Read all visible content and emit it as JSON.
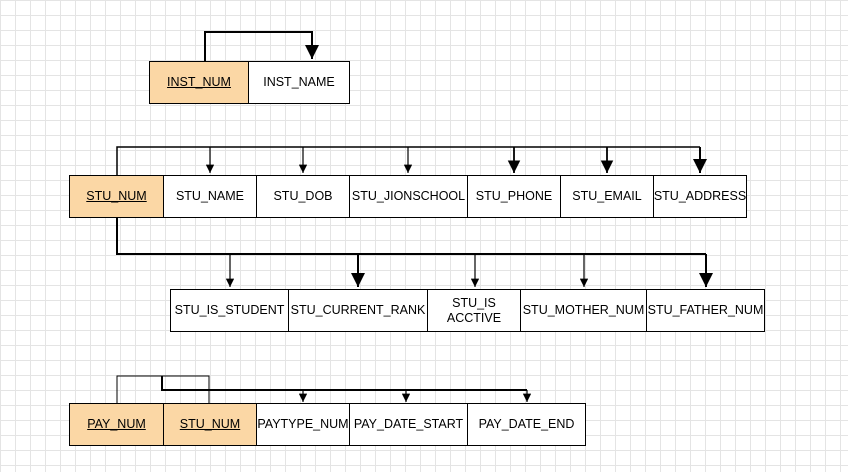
{
  "colors": {
    "key_fill": "#fbd7a5",
    "line": "#000000",
    "grid": "#e4e4e4"
  },
  "tables": [
    {
      "attributes": [
        {
          "label": "INST_NUM",
          "key": true
        },
        {
          "label": "INST_NAME",
          "key": false
        }
      ]
    },
    {
      "attributes": [
        {
          "label": "STU_NUM",
          "key": true
        },
        {
          "label": "STU_NAME",
          "key": false
        },
        {
          "label": "STU_DOB",
          "key": false
        },
        {
          "label": "STU_JIONSCHOOL",
          "key": false
        },
        {
          "label": "STU_PHONE",
          "key": false
        },
        {
          "label": "STU_EMAIL",
          "key": false
        },
        {
          "label": "STU_ADDRESS",
          "key": false
        },
        {
          "label": "STU_IS_STUDENT",
          "key": false
        },
        {
          "label": "STU_CURRENT_RANK",
          "key": false
        },
        {
          "label": "STU_IS\nACCTIVE",
          "key": false
        },
        {
          "label": "STU_MOTHER_NUM",
          "key": false
        },
        {
          "label": "STU_FATHER_NUM",
          "key": false
        }
      ]
    },
    {
      "attributes": [
        {
          "label": "PAY_NUM",
          "key": true
        },
        {
          "label": "STU_NUM",
          "key": true
        },
        {
          "label": "PAYTYPE_NUM",
          "key": false
        },
        {
          "label": "PAY_DATE_START",
          "key": false
        },
        {
          "label": "PAY_DATE_END",
          "key": false
        }
      ]
    }
  ]
}
